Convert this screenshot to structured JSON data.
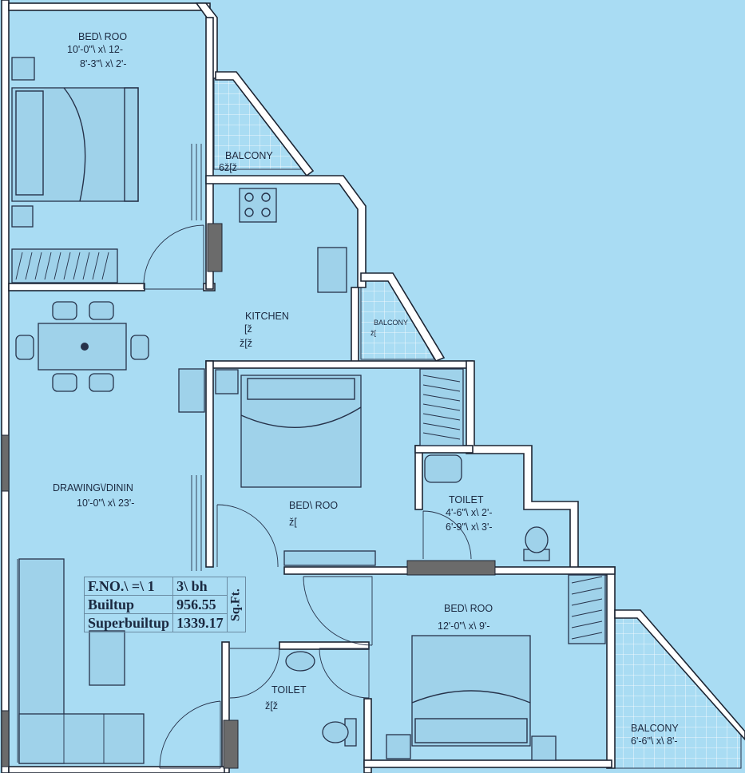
{
  "rooms": {
    "bedroom_top": {
      "name": "BED\\ ROO",
      "dim1": "10'-0\"\\ x\\ 12-",
      "dim2": "8'-3\"\\ x\\ 2'-"
    },
    "balcony_top": {
      "name": "BALCONY",
      "dim": "6ž[ž"
    },
    "kitchen": {
      "name": "KITCHEN",
      "dim1": "[ž",
      "dim2": "ž[ž"
    },
    "balcony_small": {
      "name": "BALCONY",
      "dim": "ž["
    },
    "drawing": {
      "name": "DRAWING\\/DININ",
      "dim": "10'-0\"\\ x\\ 23'-"
    },
    "bedroom_mid": {
      "name": "BED\\ ROO",
      "dim": "ž["
    },
    "toilet_right": {
      "name": "TOILET",
      "dim1": "4'-6\"\\ x\\ 2'-",
      "dim2": "6'-9\"\\ x\\ 3'-"
    },
    "bedroom_bottom": {
      "name": "BED\\ ROO",
      "dim": "12'-0\"\\ x\\ 9'-"
    },
    "toilet_bottom": {
      "name": "TOILET",
      "dim": "ž[ž"
    },
    "balcony_bottom": {
      "name": "BALCONY",
      "dim": "6'-6\"\\ x\\ 8'-"
    }
  },
  "info_table": {
    "flat_label": "F.NO.\\ =\\ 1",
    "flat_type": "3\\ bh",
    "builtup_label": "Builtup",
    "builtup_value": "956.55",
    "superbuiltup_label": "Superbuiltup",
    "superbuiltup_value": "1339.17",
    "unit": "Sq.Ft."
  },
  "colors": {
    "background": "#a9dcf3",
    "wall": "#ffffff",
    "outline": "#1d2533",
    "door_block": "#6b6b6b"
  }
}
